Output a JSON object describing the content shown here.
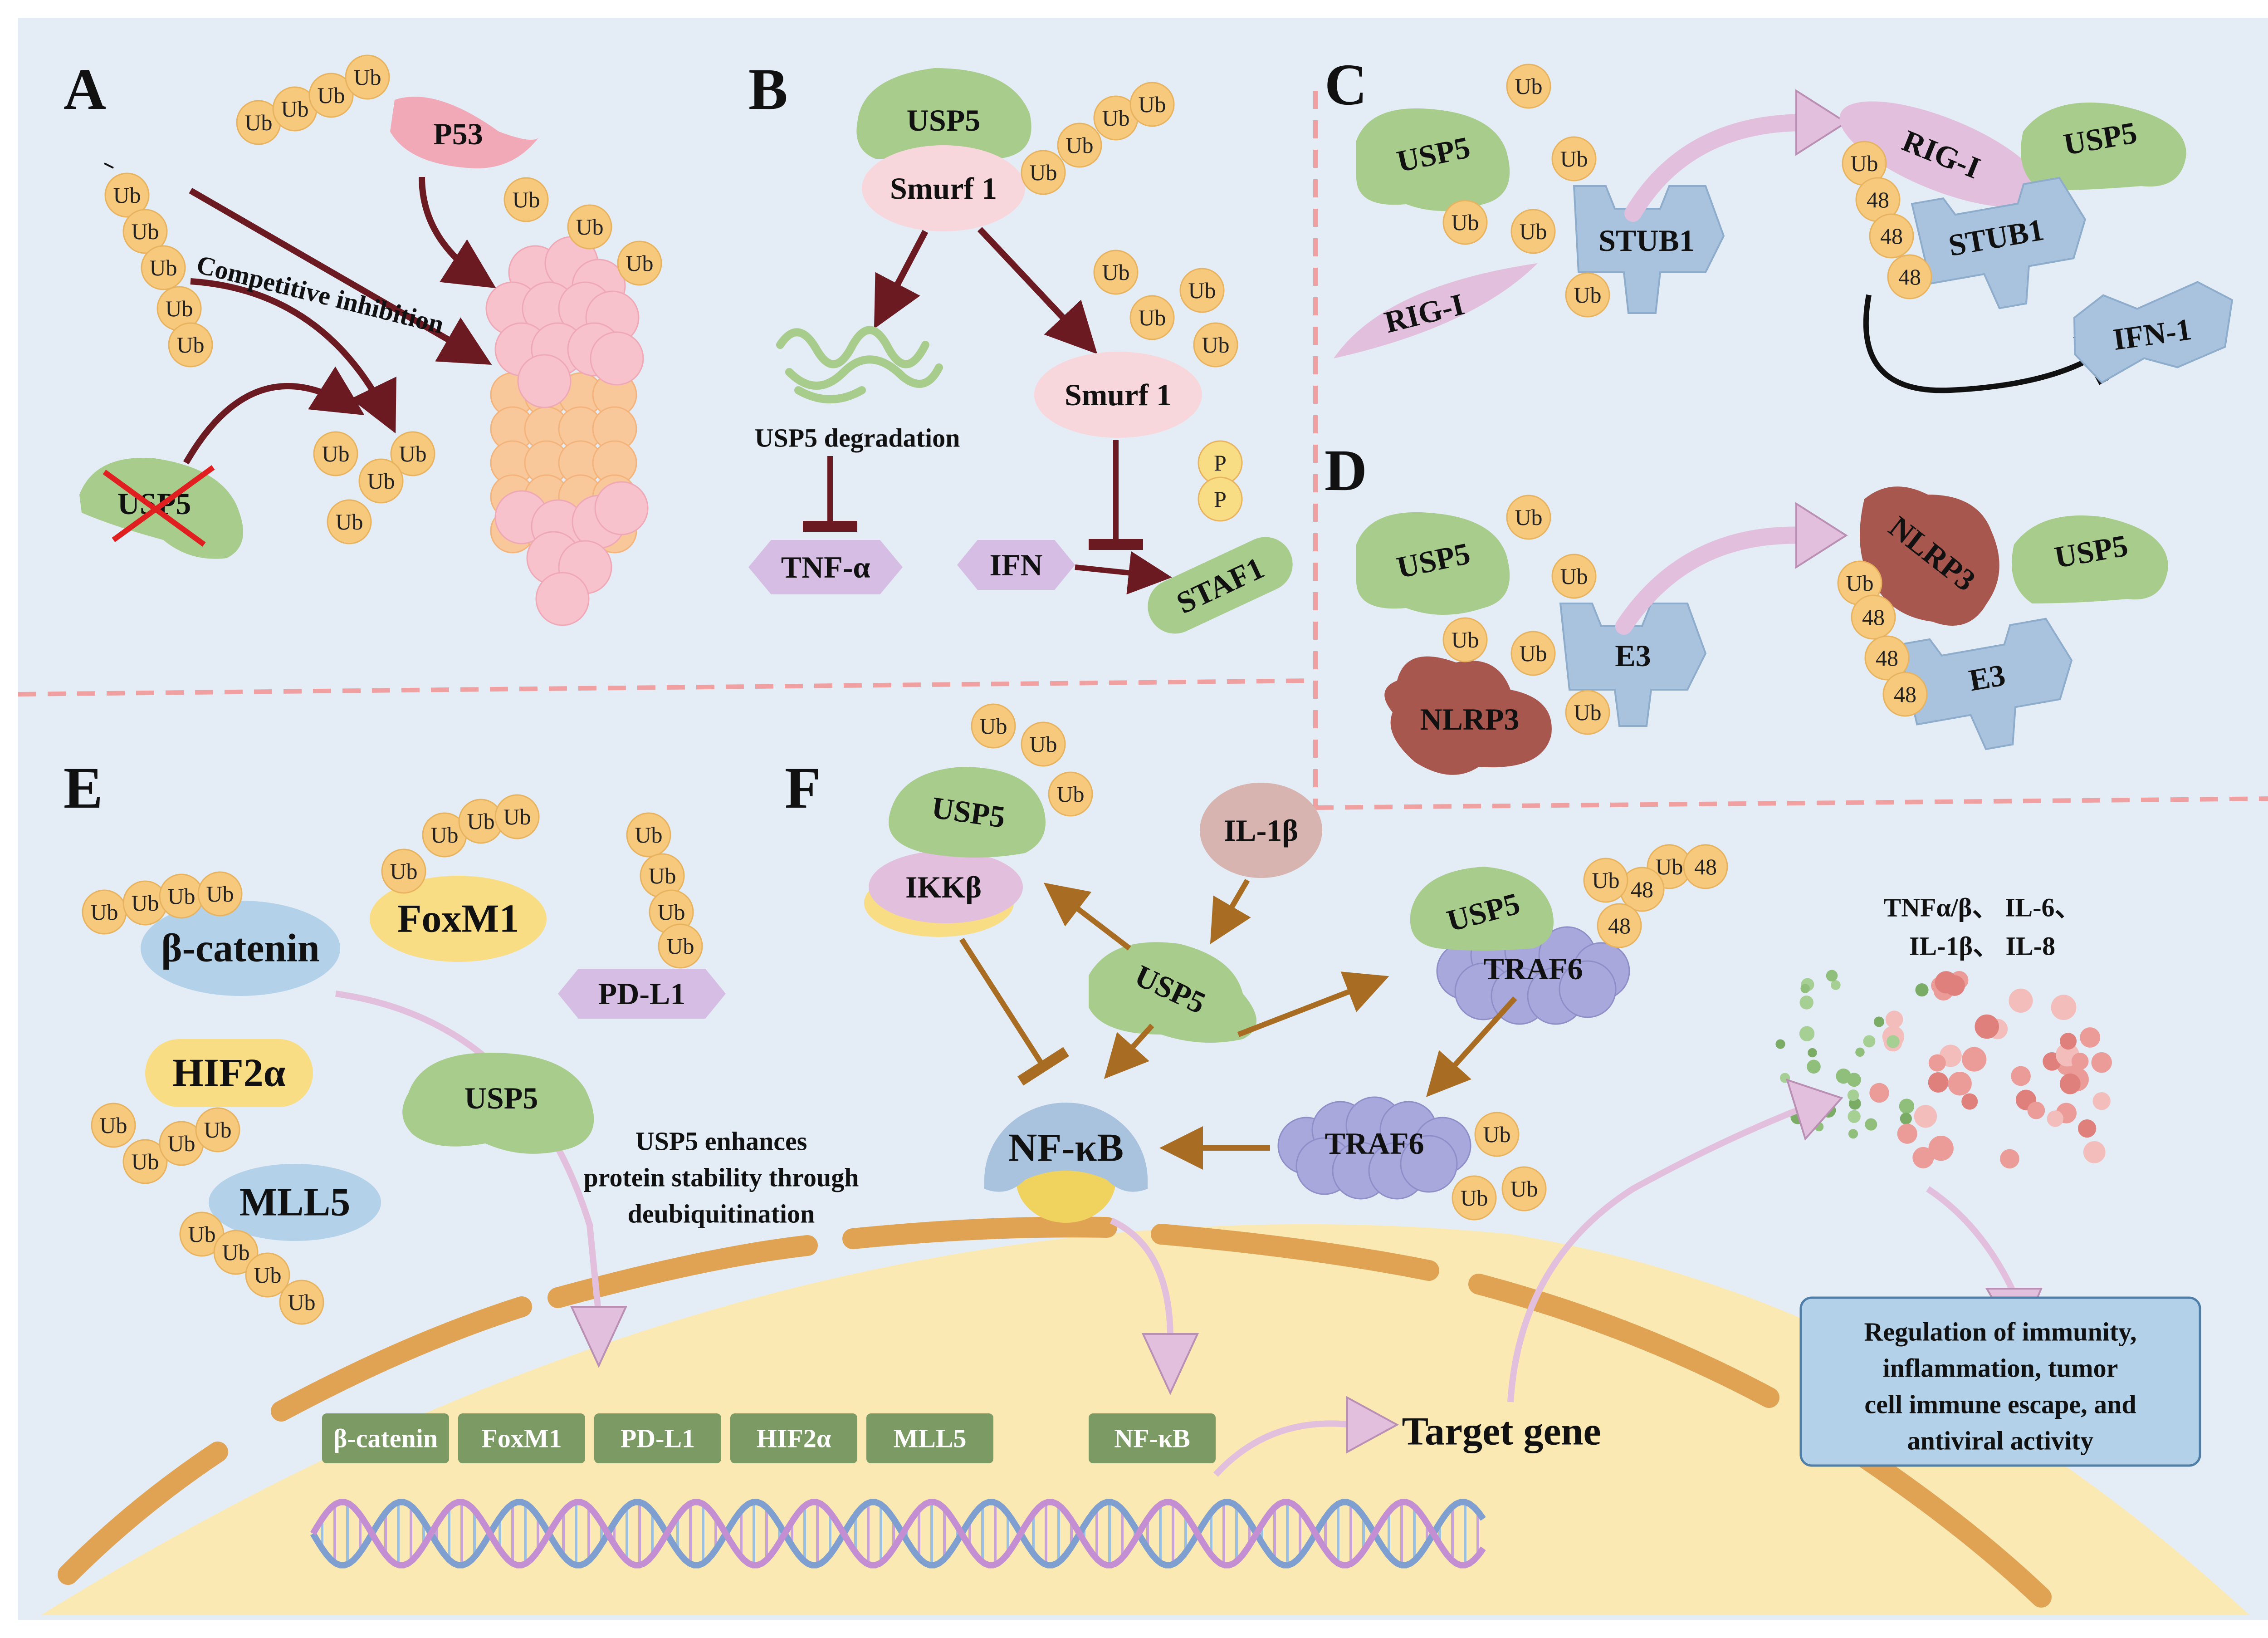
{
  "panels": {
    "a": "A",
    "b": "B",
    "c": "C",
    "d": "D",
    "e": "E",
    "f": "F"
  },
  "ub": "Ub",
  "k48": "48",
  "phos": "P",
  "panelA": {
    "p53": "P53",
    "usp5": "USP5",
    "competitive": "Competitive inhibition"
  },
  "panelB": {
    "usp5": "USP5",
    "smurf1_top": "Smurf 1",
    "smurf1": "Smurf 1",
    "degradation": "USP5 degradation",
    "tnf": "TNF-α",
    "ifn": "IFN",
    "staf1": "STAF1"
  },
  "panelC": {
    "usp5": "USP5",
    "rig1": "RIG-I",
    "stub1": "STUB1",
    "rig1_b": "RIG-I",
    "usp5_b": "USP5",
    "stub1_b": "STUB1",
    "ifn1": "IFN-1"
  },
  "panelD": {
    "usp5": "USP5",
    "nlrp3": "NLRP3",
    "e3": "E3",
    "nlrp3_b": "NLRP3",
    "usp5_b": "USP5",
    "e3_b": "E3"
  },
  "panelE": {
    "bcatenin": "β-catenin",
    "foxm1": "FoxM1",
    "pdl1": "PD-L1",
    "hif2a": "HIF2α",
    "mll5": "MLL5",
    "usp5": "USP5",
    "note": [
      "USP5 enhances",
      "protein stability through",
      "deubiquitination"
    ]
  },
  "panelF": {
    "usp5_ikk": "USP5",
    "ikkb": "IKKβ",
    "il1b": "IL-1β",
    "usp5": "USP5",
    "usp5_traf": "USP5",
    "traf6": "TRAF6",
    "traf6_b": "TRAF6",
    "nfkb": "NF-κB"
  },
  "cytokines": [
    "TNFα/β、 IL-6、",
    "IL-1β、 IL-8"
  ],
  "result": [
    "Regulation of immunity,",
    "inflammation, tumor",
    "cell immune escape, and",
    "antiviral activity"
  ],
  "genes": [
    "β-catenin",
    "FoxM1",
    "PD-L1",
    "HIF2α",
    "MLL5",
    "NF-κB"
  ],
  "target_gene": "Target gene",
  "colors": {
    "background": "#e4edf6",
    "dash": "#f0a0a0",
    "nucleus": "#fbe9b4",
    "membrane": "#e0a354",
    "usp5_green": "#a8cc8c",
    "ub_orange": "#f7c97c",
    "arrow_brown": "#a86d22",
    "arrow_maroon": "#6b1a22",
    "gene_box": "#7b9a64",
    "traf_purple": "#a8a8dc",
    "nlrp3": "#a8574f",
    "stub_blue": "#a9c3de",
    "result_box": "#b3d2ea"
  }
}
